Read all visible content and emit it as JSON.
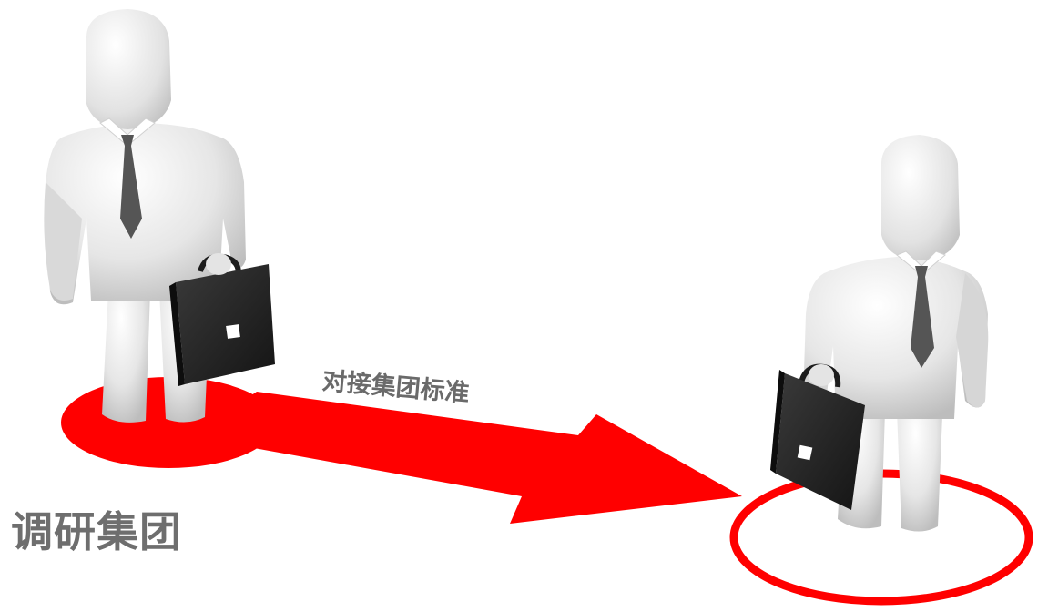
{
  "diagram": {
    "arrow_label": "对接集团标准",
    "source_label": "调研集团",
    "colors": {
      "accent_red": "#ff0000",
      "figure_light": "#f2f2f2",
      "figure_shade": "#c8c8c8",
      "tie": "#555555",
      "briefcase": "#262626",
      "label_text": "#6e6e6e"
    },
    "nodes": [
      {
        "name": "source-figure",
        "icon": "businessman-with-briefcase-icon",
        "base": "filled-red-disc"
      },
      {
        "name": "target-figure",
        "icon": "businessman-with-briefcase-icon",
        "base": "red-ring"
      }
    ]
  }
}
